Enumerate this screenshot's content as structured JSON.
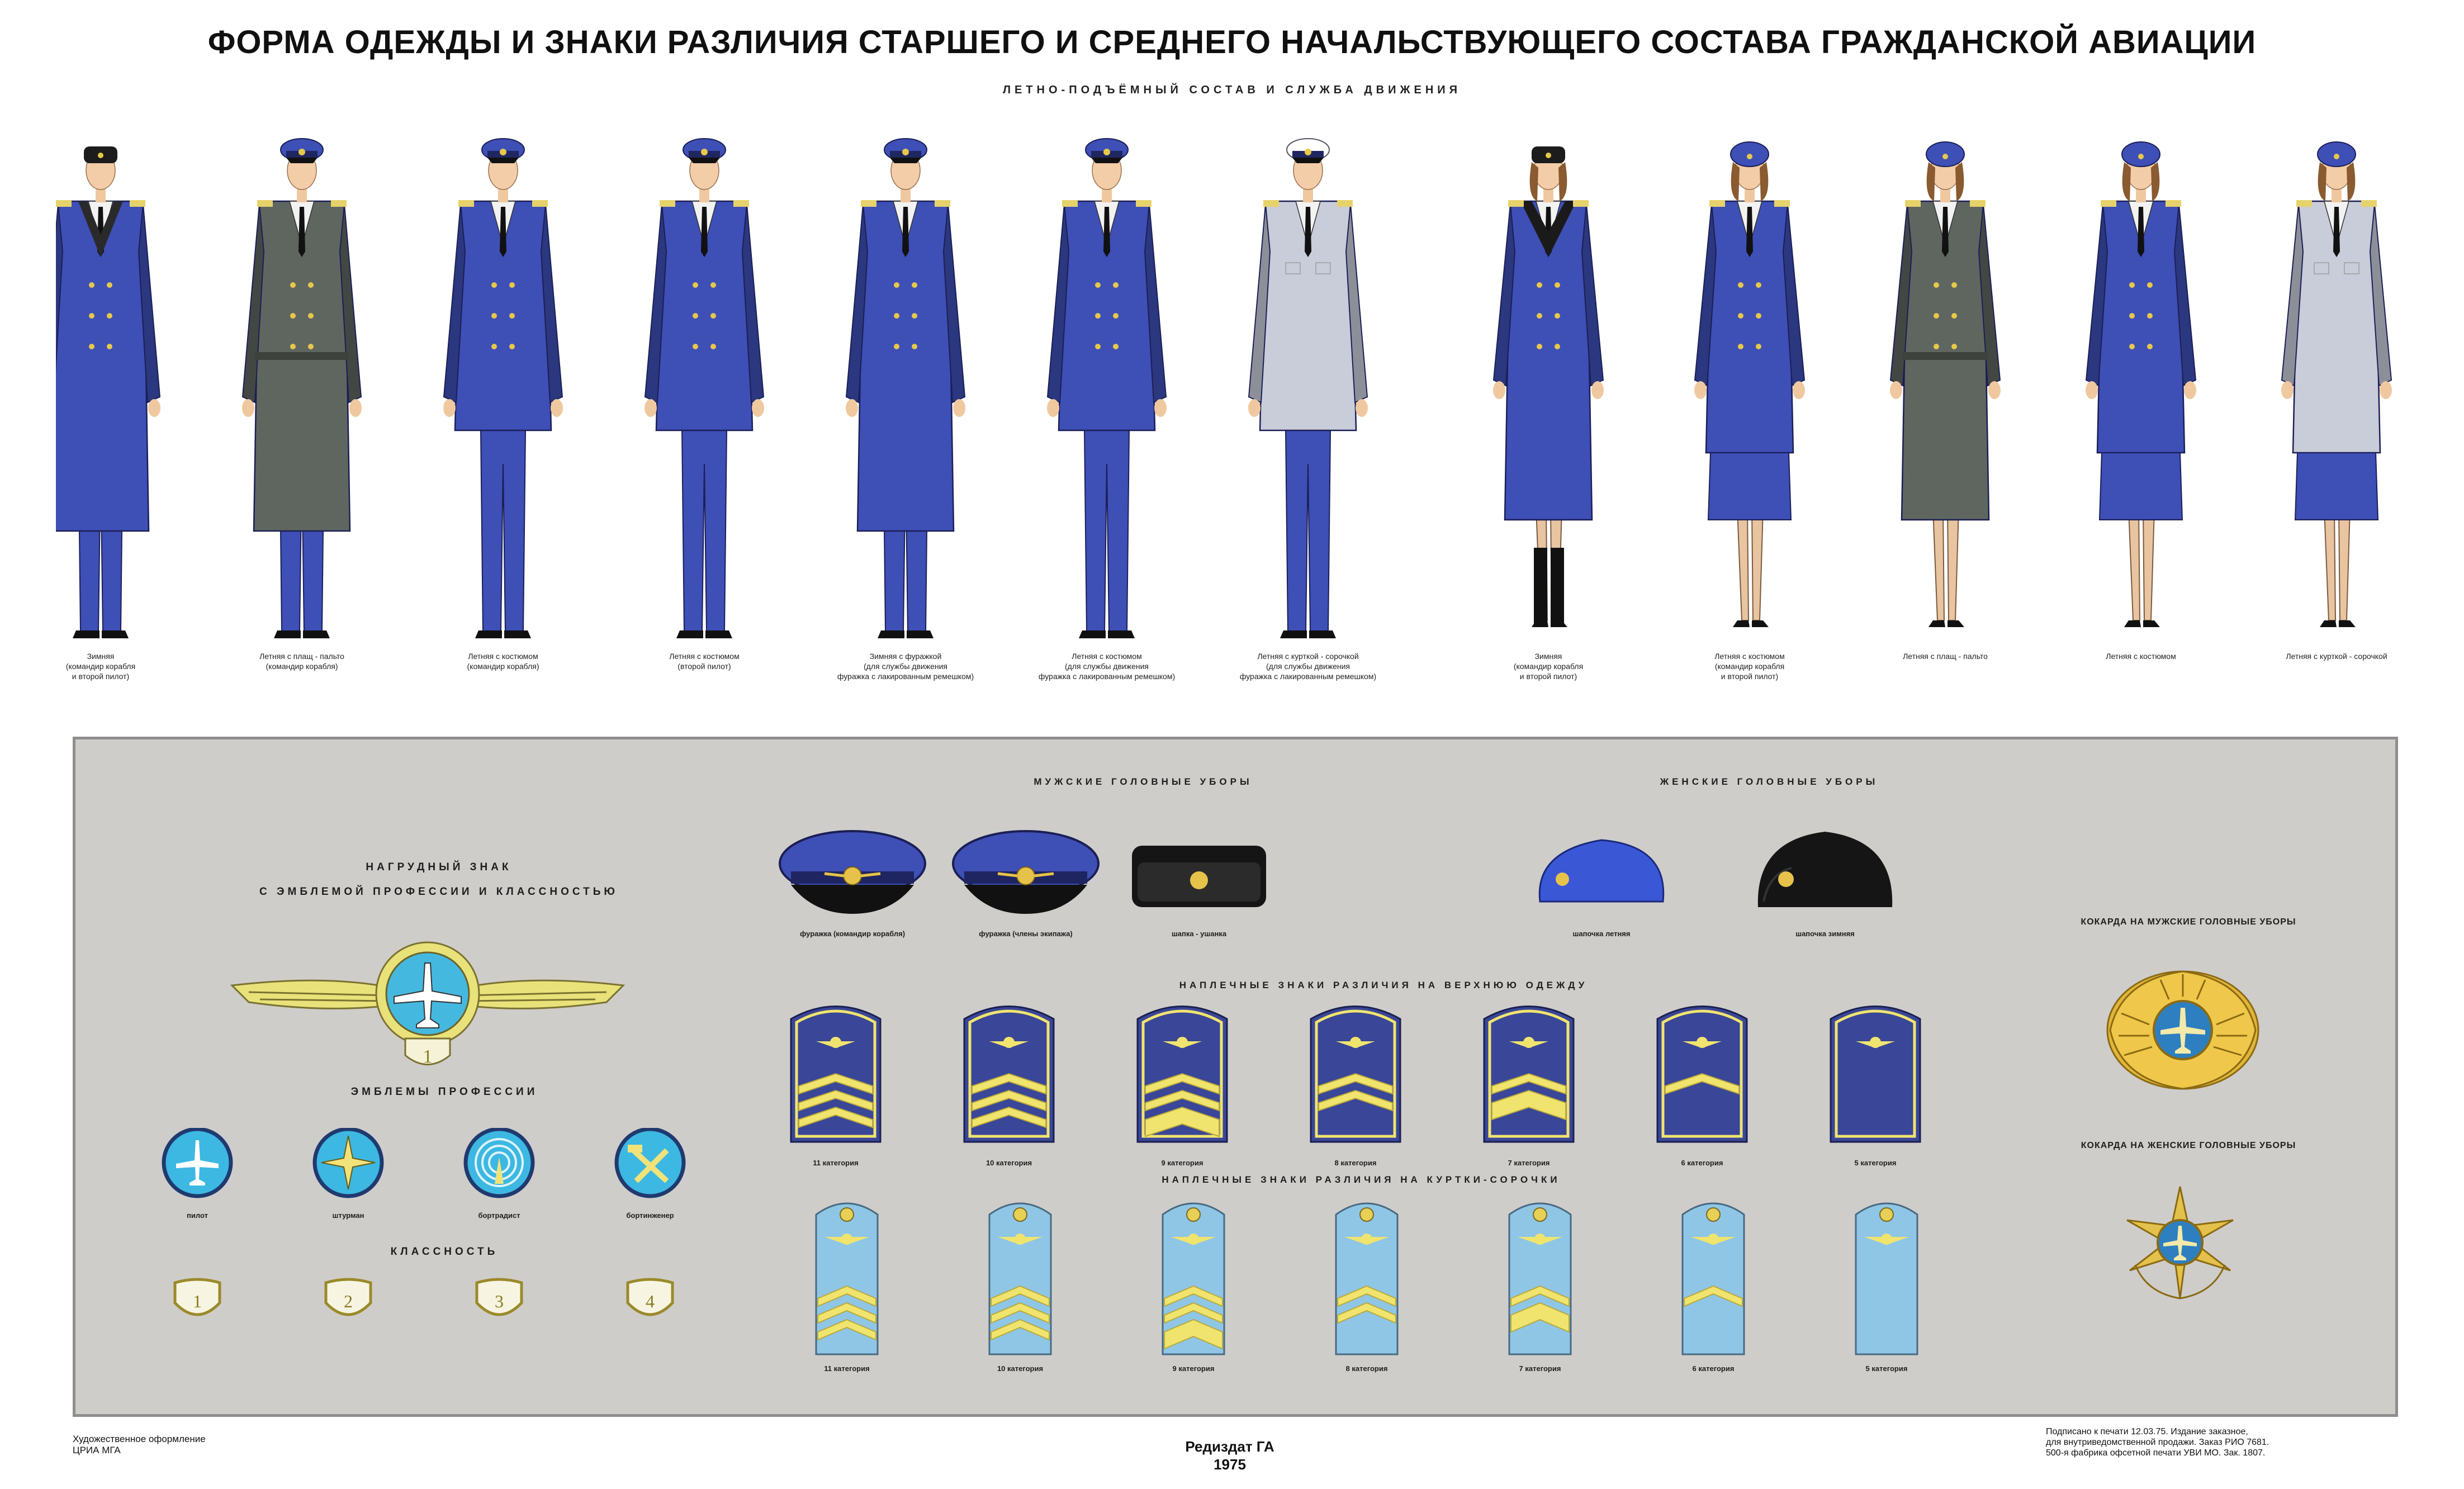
{
  "header": {
    "title": "ФОРМА ОДЕЖДЫ И ЗНАКИ РАЗЛИЧИЯ СТАРШЕГО И СРЕДНЕГО НАЧАЛЬСТВУЮЩЕГО СОСТАВА ГРАЖДАНСКОЙ АВИАЦИИ",
    "subtitle": "ЛЕТНО-ПОДЪЁМНЫЙ СОСТАВ И СЛУЖБА ДВИЖЕНИЯ"
  },
  "figures": [
    {
      "caption": "Зимняя\n(командир корабля\nи второй пилот)",
      "sex": "m",
      "coat": "#3e4fb6",
      "hat": "fur",
      "style": "long-blue"
    },
    {
      "caption": "Летняя с плащ - пальто\n(командир корабля)",
      "sex": "m",
      "coat": "#5f6660",
      "hat": "cap",
      "style": "raincoat"
    },
    {
      "caption": "Летняя с костюмом\n(командир корабля)",
      "sex": "m",
      "coat": "#3e4fb6",
      "hat": "cap",
      "style": "suit"
    },
    {
      "caption": "Летняя с костюмом\n(второй пилот)",
      "sex": "m",
      "coat": "#3e4fb6",
      "hat": "cap",
      "style": "suit"
    },
    {
      "caption": "Зимняя с фуражкой\n(для службы движения\nфуражка с лакированным ремешком)",
      "sex": "m",
      "coat": "#3e4fb6",
      "hat": "cap",
      "style": "long-blue"
    },
    {
      "caption": "Летняя с костюмом\n(для службы движения\nфуражка с лакированным ремешком)",
      "sex": "m",
      "coat": "#3e4fb6",
      "hat": "cap",
      "style": "suit"
    },
    {
      "caption": "Летняя с курткой - сорочкой\n(для службы движения\nфуражка с лакированным ремешком)",
      "sex": "m",
      "coat": "#c9ccd9",
      "hat": "white-cap",
      "style": "shirt"
    },
    {
      "caption": "Зимняя\n(командир корабля\nи второй пилот)",
      "sex": "f",
      "coat": "#3e4fb6",
      "hat": "fur",
      "style": "long-blue"
    },
    {
      "caption": "Летняя с костюмом\n(командир корабля\nи второй пилот)",
      "sex": "f",
      "coat": "#3e4fb6",
      "hat": "beret",
      "style": "suit"
    },
    {
      "caption": "Летняя с плащ - пальто",
      "sex": "f",
      "coat": "#5f6660",
      "hat": "beret",
      "style": "raincoat"
    },
    {
      "caption": "Летняя с костюмом",
      "sex": "f",
      "coat": "#3e4fb6",
      "hat": "beret",
      "style": "suit"
    },
    {
      "caption": "Летняя с курткой - сорочкой",
      "sex": "f",
      "coat": "#c9ccd9",
      "hat": "beret",
      "style": "shirt"
    }
  ],
  "panel": {
    "breast_badge": {
      "title": "НАГРУДНЫЙ ЗНАК",
      "subtitle": "С ЭМБЛЕМОЙ ПРОФЕССИИ И КЛАССНОСТЬЮ",
      "class_number": "1"
    },
    "emblems": {
      "title": "ЭМБЛЕМЫ ПРОФЕССИИ",
      "items": [
        {
          "label": "пилот",
          "icon": "airplane-icon"
        },
        {
          "label": "штурман",
          "icon": "compass-star-icon"
        },
        {
          "label": "бортрадист",
          "icon": "radio-waves-icon"
        },
        {
          "label": "бортинженер",
          "icon": "hammer-wrench-icon"
        }
      ]
    },
    "classes": {
      "title": "КЛАССНОСТЬ",
      "items": [
        "1",
        "2",
        "3",
        "4"
      ]
    },
    "male_headwear": {
      "title": "МУЖСКИЕ ГОЛОВНЫЕ УБОРЫ",
      "items": [
        {
          "label": "фуражка (командир корабля)",
          "kind": "cap"
        },
        {
          "label": "фуражка (члены экипажа)",
          "kind": "cap2"
        },
        {
          "label": "шапка - ушанка",
          "kind": "ushanka"
        }
      ]
    },
    "female_headwear": {
      "title": "ЖЕНСКИЕ ГОЛОВНЫЕ УБОРЫ",
      "items": [
        {
          "label": "шапочка летняя",
          "kind": "beret"
        },
        {
          "label": "шапочка зимняя",
          "kind": "fur-hat"
        }
      ]
    },
    "outer_insignia": {
      "title": "НАПЛЕЧНЫЕ ЗНАКИ РАЗЛИЧИЯ НА ВЕРХНЮЮ ОДЕЖДУ",
      "items": [
        {
          "label": "11 категория",
          "stripes": 3,
          "wide": 0
        },
        {
          "label": "10 категория",
          "stripes": 3,
          "wide": 0
        },
        {
          "label": "9 категория",
          "stripes": 2,
          "wide": 1
        },
        {
          "label": "8 категория",
          "stripes": 2,
          "wide": 0
        },
        {
          "label": "7 категория",
          "stripes": 1,
          "wide": 1
        },
        {
          "label": "6 категория",
          "stripes": 1,
          "wide": 0
        },
        {
          "label": "5 категория",
          "stripes": 0,
          "wide": 0
        }
      ]
    },
    "shirt_insignia": {
      "title": "НАПЛЕЧНЫЕ ЗНАКИ РАЗЛИЧИЯ НА КУРТКИ-СОРОЧКИ",
      "items": [
        {
          "label": "11 категория",
          "stripes": 3,
          "wide": 0
        },
        {
          "label": "10 категория",
          "stripes": 3,
          "wide": 0
        },
        {
          "label": "9 категория",
          "stripes": 2,
          "wide": 1
        },
        {
          "label": "8 категория",
          "stripes": 2,
          "wide": 0
        },
        {
          "label": "7 категория",
          "stripes": 1,
          "wide": 1
        },
        {
          "label": "6 категория",
          "stripes": 1,
          "wide": 0
        },
        {
          "label": "5 категория",
          "stripes": 0,
          "wide": 0
        }
      ]
    },
    "cockade_male": {
      "title": "КОКАРДА НА МУЖСКИЕ ГОЛОВНЫЕ УБОРЫ"
    },
    "cockade_female": {
      "title": "КОКАРДА НА ЖЕНСКИЕ ГОЛОВНЫЕ УБОРЫ"
    }
  },
  "footer": {
    "left": "Художественное оформление\nЦРИА МГА",
    "center": "Редиздат ГА\n1975",
    "right": "Подписано к печати 12.03.75. Издание заказное,\nдля внутриведомственной продажи. Заказ РИО 7681.\n500-я фабрика офсетной печати УВИ МО. Зак. 1807."
  },
  "colors": {
    "uniform_blue": "#3e4fb6",
    "raincoat_grey": "#5f6660",
    "shirt_light": "#c9ccd9",
    "panel_grey": "#cfcdca",
    "insignia_navy": "#3a4697",
    "insignia_gold": "#f0e46e",
    "shirt_board": "#8fc6e6",
    "emblem_cyan": "#38b8e3"
  }
}
